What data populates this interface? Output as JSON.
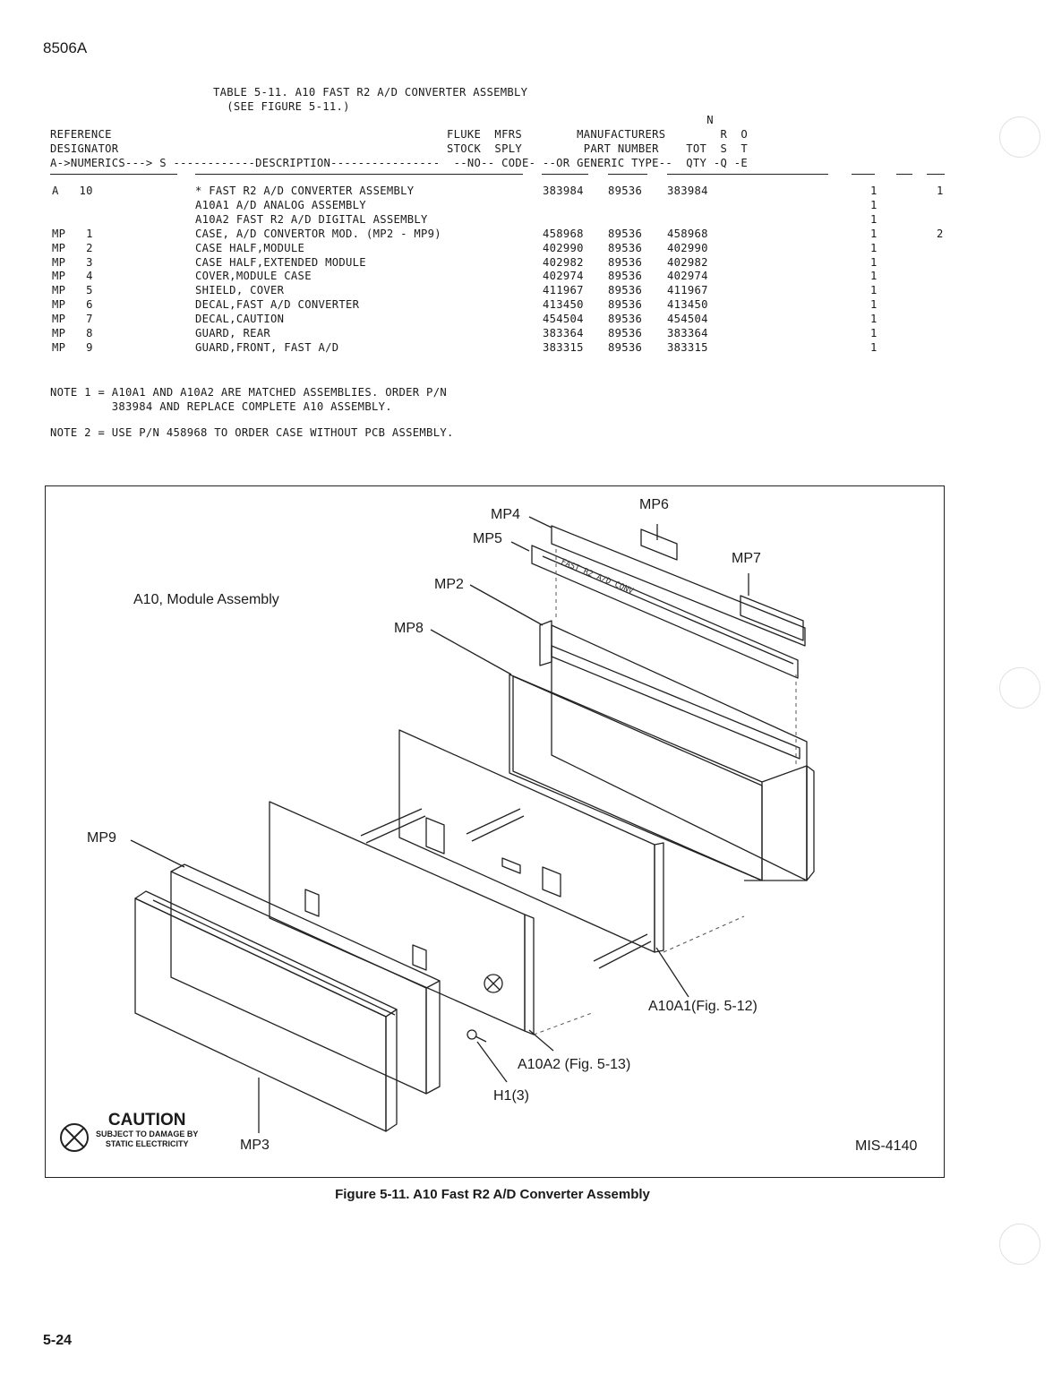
{
  "header": {
    "model": "8506A",
    "page": "5-24"
  },
  "table": {
    "title_line1": "TABLE 5-11. A10 FAST R2 A/D CONVERTER ASSEMBLY",
    "title_line2": "(SEE FIGURE 5-11.)",
    "col_header_lines": [
      "                                                                                                N",
      "REFERENCE                                                 FLUKE  MFRS        MANUFACTURERS        R  O",
      "DESIGNATOR                                                STOCK  SPLY         PART NUMBER    TOT  S  T",
      "A->NUMERICS---> S ------------DESCRIPTION----------------  --NO-- CODE- --OR GENERIC TYPE--  QTY -Q -E"
    ],
    "rows": [
      {
        "ref": "A   10",
        "desc": "* FAST R2 A/D CONVERTER ASSEMBLY",
        "stock": "383984",
        "sply": "89536",
        "part": "383984",
        "qty": "1",
        "note": "1"
      },
      {
        "ref": "",
        "desc": "A10A1 A/D ANALOG ASSEMBLY",
        "stock": "",
        "sply": "",
        "part": "",
        "qty": "1",
        "note": ""
      },
      {
        "ref": "",
        "desc": "A10A2 FAST R2 A/D DIGITAL ASSEMBLY",
        "stock": "",
        "sply": "",
        "part": "",
        "qty": "1",
        "note": ""
      },
      {
        "ref": "MP   1",
        "desc": "CASE, A/D CONVERTOR MOD. (MP2 - MP9)",
        "stock": "458968",
        "sply": "89536",
        "part": "458968",
        "qty": "1",
        "note": "2"
      },
      {
        "ref": "MP   2",
        "desc": "CASE HALF,MODULE",
        "stock": "402990",
        "sply": "89536",
        "part": "402990",
        "qty": "1",
        "note": ""
      },
      {
        "ref": "MP   3",
        "desc": "CASE HALF,EXTENDED MODULE",
        "stock": "402982",
        "sply": "89536",
        "part": "402982",
        "qty": "1",
        "note": ""
      },
      {
        "ref": "MP   4",
        "desc": "COVER,MODULE CASE",
        "stock": "402974",
        "sply": "89536",
        "part": "402974",
        "qty": "1",
        "note": ""
      },
      {
        "ref": "MP   5",
        "desc": "SHIELD, COVER",
        "stock": "411967",
        "sply": "89536",
        "part": "411967",
        "qty": "1",
        "note": ""
      },
      {
        "ref": "MP   6",
        "desc": "DECAL,FAST A/D CONVERTER",
        "stock": "413450",
        "sply": "89536",
        "part": "413450",
        "qty": "1",
        "note": ""
      },
      {
        "ref": "MP   7",
        "desc": "DECAL,CAUTION",
        "stock": "454504",
        "sply": "89536",
        "part": "454504",
        "qty": "1",
        "note": ""
      },
      {
        "ref": "MP   8",
        "desc": "GUARD, REAR",
        "stock": "383364",
        "sply": "89536",
        "part": "383364",
        "qty": "1",
        "note": ""
      },
      {
        "ref": "MP   9",
        "desc": "GUARD,FRONT, FAST A/D",
        "stock": "383315",
        "sply": "89536",
        "part": "383315",
        "qty": "1",
        "note": ""
      }
    ],
    "notes": [
      "NOTE 1 = A10A1 AND A10A2 ARE MATCHED ASSEMBLIES. ORDER P/N\n         383984 AND REPLACE COMPLETE A10 ASSEMBLY.",
      "NOTE 2 = USE P/N 458968 TO ORDER CASE WITHOUT PCB ASSEMBLY."
    ]
  },
  "figure": {
    "assembly_label": "A10, Module Assembly",
    "labels": {
      "mp4": "MP4",
      "mp5": "MP5",
      "mp6": "MP6",
      "mp7": "MP7",
      "mp2": "MP2",
      "mp8": "MP8",
      "mp9": "MP9",
      "mp3": "MP3",
      "a10a1": "A10A1(Fig. 5-12)",
      "a10a2": "A10A2 (Fig. 5-13)",
      "h1": "H1(3)",
      "mis": "MIS-4140"
    },
    "caution": {
      "title": "CAUTION",
      "line1": "SUBJECT TO DAMAGE BY",
      "line2": "STATIC ELECTRICITY"
    },
    "decal_text": "FAST R2 A/D CONV",
    "caption": "Figure 5-11. A10 Fast R2 A/D Converter Assembly"
  }
}
